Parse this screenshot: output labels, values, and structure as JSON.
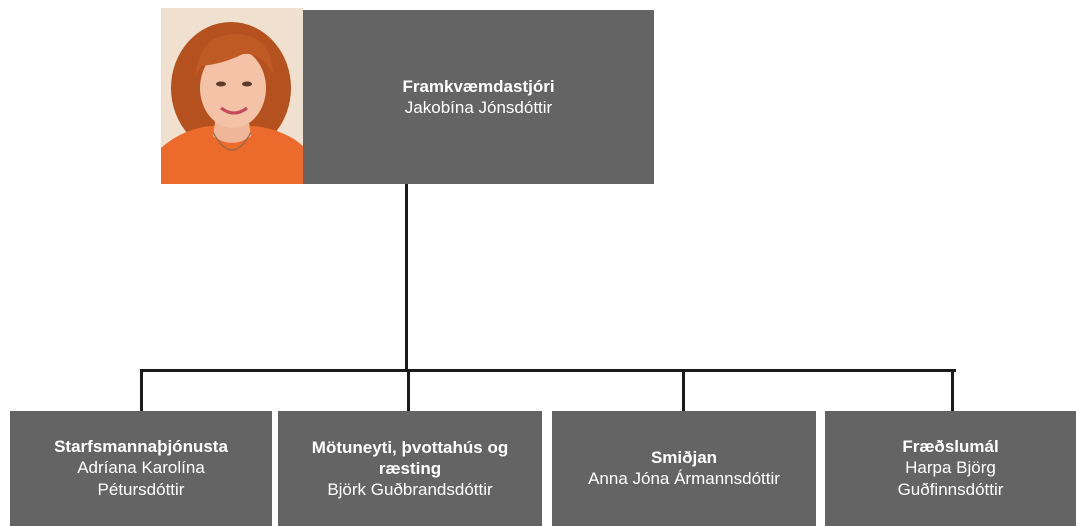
{
  "top": {
    "title": "Framkvæmdastjóri",
    "name": "Jakobína Jónsdóttir"
  },
  "departments": [
    {
      "title": "Starfsmannaþjónusta",
      "name": "Adríana Karolína Pétursdóttir"
    },
    {
      "title": "Mötuneyti, þvottahús og ræsting",
      "name": "Björk Guðbrandsdóttir"
    },
    {
      "title": "Smiðjan",
      "name": "Anna Jóna Ármannsdóttir"
    },
    {
      "title": "Fræðslumál",
      "name": "Harpa Björg Guðfinnsdóttir"
    }
  ],
  "colors": {
    "box": "#646464",
    "text": "#ffffff",
    "connector": "#1a1a1a"
  }
}
